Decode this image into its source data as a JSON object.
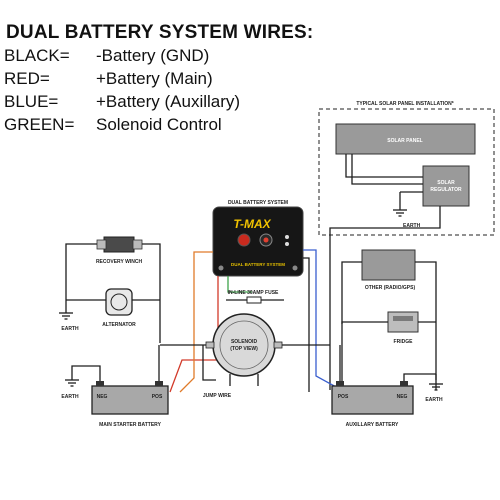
{
  "header": {
    "title": "DUAL BATTERY SYSTEM WIRES:"
  },
  "legend": [
    {
      "code": "BLACK=",
      "meaning": "-Battery (GND)"
    },
    {
      "code": "RED=",
      "meaning": "+Battery (Main)"
    },
    {
      "code": "BLUE=",
      "meaning": "+Battery (Auxillary)"
    },
    {
      "code": "GREEN=",
      "meaning": "Solenoid Control"
    }
  ],
  "colors": {
    "black": "#1e1e1e",
    "red": "#d23a2a",
    "blue": "#3a5fcf",
    "green": "#3ea34a",
    "orange": "#e07b2a",
    "brand_yellow": "#f2c300"
  },
  "diagram": {
    "solar_section_title": "TYPICAL SOLAR PANEL INSTALLATION*",
    "solar_panel": "SOLAR PANEL",
    "solar_regulator_1": "SOLAR",
    "solar_regulator_2": "REGULATOR",
    "earth": "EARTH",
    "controller_title": "DUAL BATTERY SYSTEM",
    "controller_brand": "T-MAX",
    "controller_subtitle": "DUAL BATTERY SYSTEM",
    "recovery_winch": "RECOVERY WINCH",
    "alternator": "ALTERNATOR",
    "inline_fuse": "IN-LINE 30AMP FUSE",
    "solenoid_1": "SOLENOID",
    "solenoid_2": "(TOP VIEW)",
    "jump_wire": "JUMP WIRE",
    "other": "OTHER (RADIO/GPS)",
    "fridge": "FRIDGE",
    "neg": "NEG",
    "pos": "POS",
    "main_starter_battery": "MAIN STARTER BATTERY",
    "auxiliary_battery": "AUXILLARY BATTERY"
  }
}
